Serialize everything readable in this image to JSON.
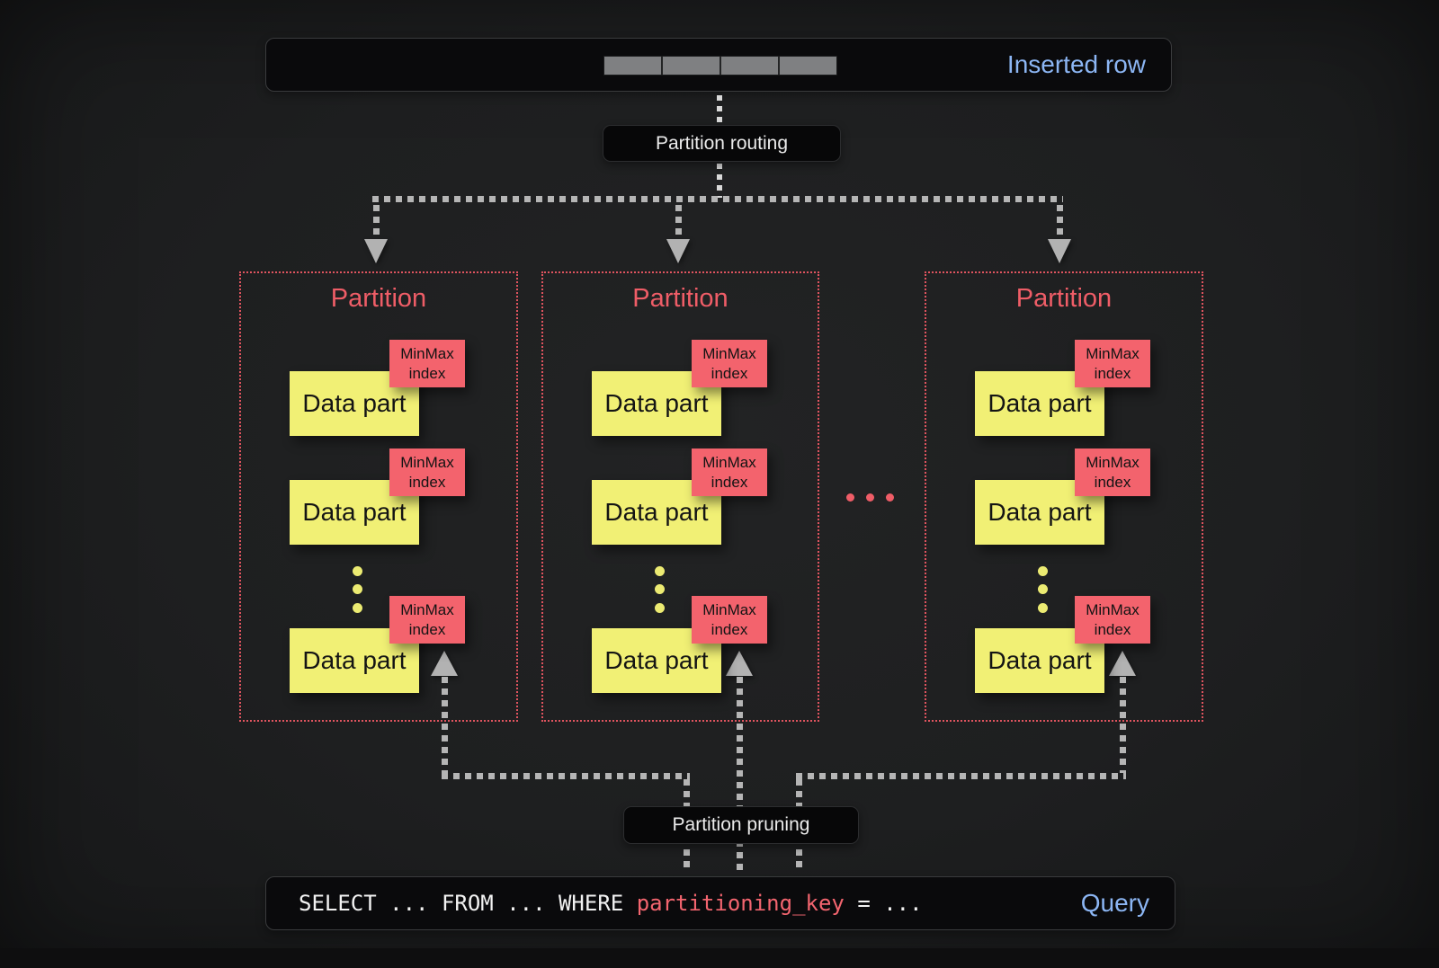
{
  "inserted_row": {
    "label": "Inserted row",
    "cell_count": 4
  },
  "routing": {
    "label": "Partition routing"
  },
  "pruning": {
    "label": "Partition pruning"
  },
  "partitions": [
    {
      "title": "Partition",
      "parts": [
        {
          "label": "Data part",
          "index_label": "MinMax index"
        },
        {
          "label": "Data part",
          "index_label": "MinMax index"
        },
        {
          "label": "Data part",
          "index_label": "MinMax index"
        }
      ]
    },
    {
      "title": "Partition",
      "parts": [
        {
          "label": "Data part",
          "index_label": "MinMax index"
        },
        {
          "label": "Data part",
          "index_label": "MinMax index"
        },
        {
          "label": "Data part",
          "index_label": "MinMax index"
        }
      ]
    },
    {
      "title": "Partition",
      "parts": [
        {
          "label": "Data part",
          "index_label": "MinMax index"
        },
        {
          "label": "Data part",
          "index_label": "MinMax index"
        },
        {
          "label": "Data part",
          "index_label": "MinMax index"
        }
      ]
    }
  ],
  "ellipsis_between_partitions": "...",
  "query": {
    "text_before_key": "SELECT ... FROM ... WHERE ",
    "key": "partitioning_key",
    "text_after_key": " = ...",
    "label": "Query"
  },
  "colors": {
    "background": "#1e1f21",
    "panel_bg": "#0a0a0c",
    "accent_blue": "#8cb6f4",
    "accent_red": "#ef5d67",
    "minmax_red": "#f3636d",
    "datapart_yellow": "#f1f075",
    "arrow_gray": "#b5b5b5",
    "row_cell_gray": "#7f8082"
  }
}
